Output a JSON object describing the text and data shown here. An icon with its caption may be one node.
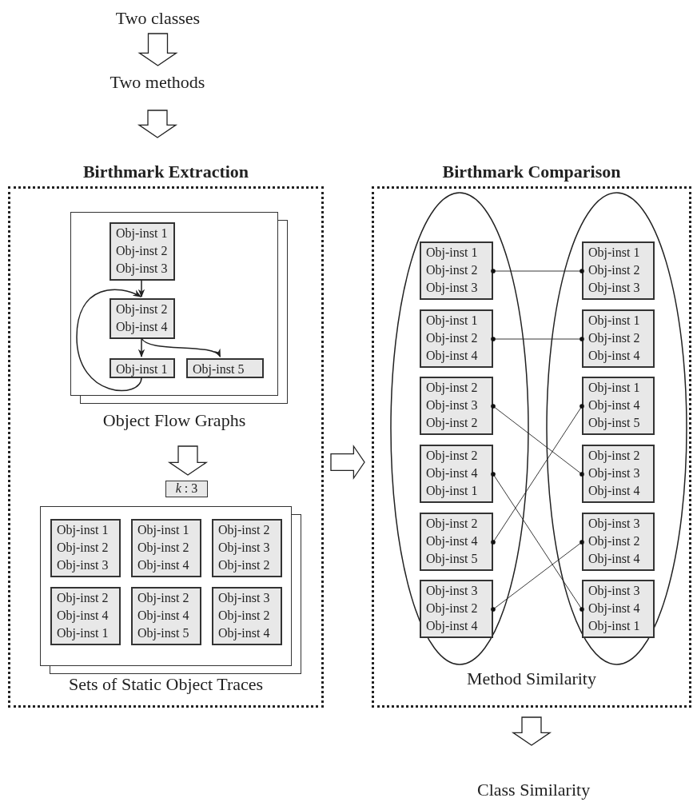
{
  "diagram": {
    "nodes": [
      {
        "text": [
          "Two classes"
        ]
      },
      {
        "text": [
          "Two methods"
        ]
      },
      {
        "text": [
          "Birthmark Extraction"
        ]
      },
      {
        "text": [],
        "shape": "box",
        "beside": [
          "Object Flow Graphs"
        ],
        "in": 2
      },
      {
        "text": [
          "Obj-inst 1",
          "Obj-inst 2",
          "Obj-inst 3"
        ],
        "in": 3
      },
      {
        "text": [
          "Obj-inst 2",
          "Obj-inst 4"
        ],
        "in": 3
      },
      {
        "text": [
          "Obj-inst 1"
        ],
        "in": 3
      },
      {
        "text": [
          "Obj-inst 5"
        ],
        "in": 3
      },
      {
        "text": [
          "*k* : 3"
        ],
        "in": 2
      },
      {
        "text": [],
        "shape": "box",
        "beside": [
          "Sets of Static Object Traces"
        ],
        "in": 2
      },
      {
        "text": [
          "Obj-inst 1",
          "Obj-inst 2",
          "Obj-inst 3"
        ],
        "in": 9
      },
      {
        "text": [
          "Obj-inst 1",
          "Obj-inst 2",
          "Obj-inst 4"
        ],
        "in": 9
      },
      {
        "text": [
          "Obj-inst 2",
          "Obj-inst 3",
          "Obj-inst 2"
        ],
        "in": 9
      },
      {
        "text": [
          "Obj-inst 2",
          "Obj-inst 4",
          "Obj-inst 1"
        ],
        "in": 9
      },
      {
        "text": [
          "Obj-inst 2",
          "Obj-inst 4",
          "Obj-inst 5"
        ],
        "in": 9
      },
      {
        "text": [
          "Obj-inst 3",
          "Obj-inst 2",
          "Obj-inst 4"
        ],
        "in": 9
      },
      {
        "text": [
          "Birthmark Comparison",
          "Method Similarity"
        ]
      },
      {
        "text": [],
        "shape": "ellipse",
        "in": 16
      },
      {
        "text": [
          "Obj-inst 1",
          "Obj-inst 2",
          "Obj-inst 3"
        ],
        "in": 17
      },
      {
        "text": [
          "Obj-inst 1",
          "Obj-inst 2",
          "Obj-inst 4"
        ],
        "in": 17
      },
      {
        "text": [
          "Obj-inst 2",
          "Obj-inst 3",
          "Obj-inst 2"
        ],
        "in": 17
      },
      {
        "text": [
          "Obj-inst 2",
          "Obj-inst 4",
          "Obj-inst 1"
        ],
        "in": 17
      },
      {
        "text": [
          "Obj-inst 2",
          "Obj-inst 4",
          "Obj-inst 5"
        ],
        "in": 17
      },
      {
        "text": [
          "Obj-inst 3",
          "Obj-inst 2",
          "Obj-inst 4"
        ],
        "in": 17
      },
      {
        "text": [],
        "shape": "ellipse",
        "in": 16
      },
      {
        "text": [
          "Obj-inst 1",
          "Obj-inst 2",
          "Obj-inst 3"
        ],
        "in": 24
      },
      {
        "text": [
          "Obj-inst 1",
          "Obj-inst 2",
          "Obj-inst 4"
        ],
        "in": 24
      },
      {
        "text": [
          "Obj-inst 1",
          "Obj-inst 4",
          "Obj-inst 5"
        ],
        "in": 24
      },
      {
        "text": [
          "Obj-inst 2",
          "Obj-inst 3",
          "Obj-inst 4"
        ],
        "in": 24
      },
      {
        "text": [
          "Obj-inst 3",
          "Obj-inst 2",
          "Obj-inst 4"
        ],
        "in": 24
      },
      {
        "text": [
          "Obj-inst 3",
          "Obj-inst 4",
          "Obj-inst 1"
        ],
        "in": 24
      },
      {
        "text": [
          "Class Similarity"
        ]
      }
    ],
    "edges": [
      {
        "from": 0,
        "to": 1,
        "arrow": "to"
      },
      {
        "from": 1,
        "to": 2,
        "arrow": "to"
      },
      {
        "from": 4,
        "to": 5,
        "arrow": "to"
      },
      {
        "from": 5,
        "to": 6,
        "arrow": "to"
      },
      {
        "from": 5,
        "to": 7,
        "arrow": "to"
      },
      {
        "from": 6,
        "to": 5,
        "arrow": "to"
      },
      {
        "from": 3,
        "to": 9,
        "arrow": "to"
      },
      {
        "from": 2,
        "to": 16,
        "arrow": "to"
      },
      {
        "from": 18,
        "to": 25,
        "arrow": "other"
      },
      {
        "from": 19,
        "to": 26,
        "arrow": "other"
      },
      {
        "from": 20,
        "to": 28,
        "arrow": "other"
      },
      {
        "from": 21,
        "to": 30,
        "arrow": "other"
      },
      {
        "from": 22,
        "to": 27,
        "arrow": "other"
      },
      {
        "from": 23,
        "to": 29,
        "arrow": "other"
      },
      {
        "from": 16,
        "to": 31,
        "arrow": "to"
      }
    ]
  }
}
